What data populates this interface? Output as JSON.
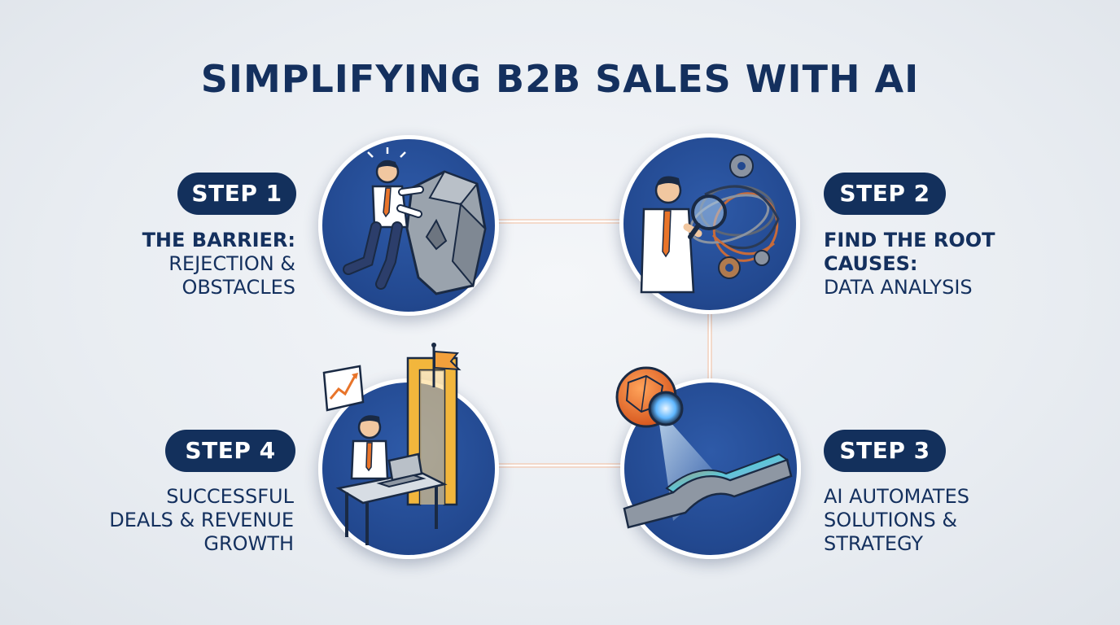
{
  "title": "SIMPLIFYING B2B SALES WITH AI",
  "steps": [
    {
      "label": "STEP 1",
      "line1": "THE BARRIER:",
      "line2": "REJECTION &",
      "line3": "OBSTACLES"
    },
    {
      "label": "STEP 2",
      "line1": "FIND THE ROOT",
      "line2": "CAUSES:",
      "line3": "DATA ANALYSIS"
    },
    {
      "label": "STEP 3",
      "line1": "AI AUTOMATES",
      "line2": "SOLUTIONS &",
      "line3": "STRATEGY"
    },
    {
      "label": "STEP 4",
      "line1": "SUCCESSFUL",
      "line2": "DEALS & REVENUE",
      "line3": "GROWTH"
    }
  ],
  "colors": {
    "navy": "#13305c",
    "circle_blue": "#22488f",
    "accent_orange": "#e8742a",
    "gold": "#f2b63c"
  }
}
